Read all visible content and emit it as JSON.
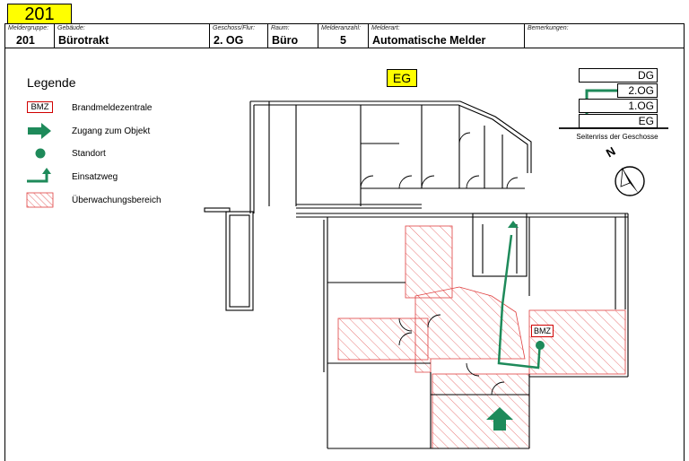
{
  "group_tab": "201",
  "header": {
    "fields": [
      {
        "label": "Meldergruppe:",
        "value": "201"
      },
      {
        "label": "Gebäude:",
        "value": "Bürotrakt"
      },
      {
        "label": "Geschoss/Flur:",
        "value": "2. OG"
      },
      {
        "label": "Raum:",
        "value": "Büro"
      },
      {
        "label": "Melderanzahl:",
        "value": "5"
      },
      {
        "label": "Melderart:",
        "value": "Automatische Melder"
      },
      {
        "label": "Bemerkungen:",
        "value": ""
      }
    ]
  },
  "legend": {
    "title": "Legende",
    "bmz_symbol": "BMZ",
    "items": [
      {
        "icon": "bmz-symbol",
        "label": "Brandmeldezentrale"
      },
      {
        "icon": "access-arrow-icon",
        "label": "Zugang zum Objekt"
      },
      {
        "icon": "location-dot-icon",
        "label": "Standort"
      },
      {
        "icon": "route-arrow-icon",
        "label": "Einsatzweg"
      },
      {
        "icon": "hatch-area-icon",
        "label": "Überwachungsbereich"
      }
    ]
  },
  "plan": {
    "floor_badge": "EG",
    "bmz_label": "BMZ",
    "floors": [
      "DG",
      "2.OG",
      "1.OG",
      "EG"
    ],
    "current_floor": "2.OG",
    "floors_caption": "Seitenriss der Geschosse",
    "compass_label": "N"
  },
  "colors": {
    "accent_yellow": "#ffff00",
    "route_green": "#1e8a5a",
    "hatch_red": "#e04040",
    "bmz_red": "#d00000"
  }
}
